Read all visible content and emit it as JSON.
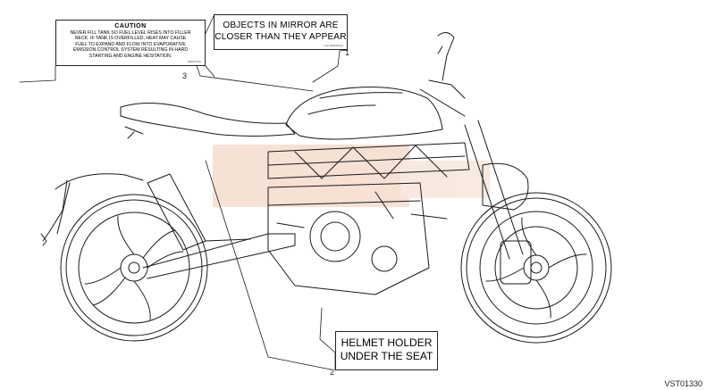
{
  "labels": {
    "caution": {
      "title": "CAUTION",
      "lines": [
        "NEVER FILL TANK SO FUEL LEVEL RISES INTO FILLER",
        "NECK. IF TANK IS OVERFILLED, HEAT MAY CAUSE",
        "FUEL TO EXPAND AND FLOW INTO EVAPORATIVE",
        "EMISSION CONTROL SYSTEM RESULTING IN HARD",
        "STARTING AND ENGINE HESITATION."
      ],
      "code": "43610711A"
    },
    "mirror": {
      "line1": "OBJECTS IN MIRROR ARE",
      "line2": "CLOSER THAN THEY APPEAR",
      "code": "Cod.43610611A"
    },
    "helmet": {
      "line1": "HELMET HOLDER",
      "line2": "UNDER THE SEAT"
    }
  },
  "callouts": {
    "one": "1",
    "two": "2",
    "three": "3"
  },
  "drawing_code": "VST01330",
  "colors": {
    "line": "#1a1a1a",
    "watermark": "#e8bfa6",
    "paper": "#ffffff"
  }
}
